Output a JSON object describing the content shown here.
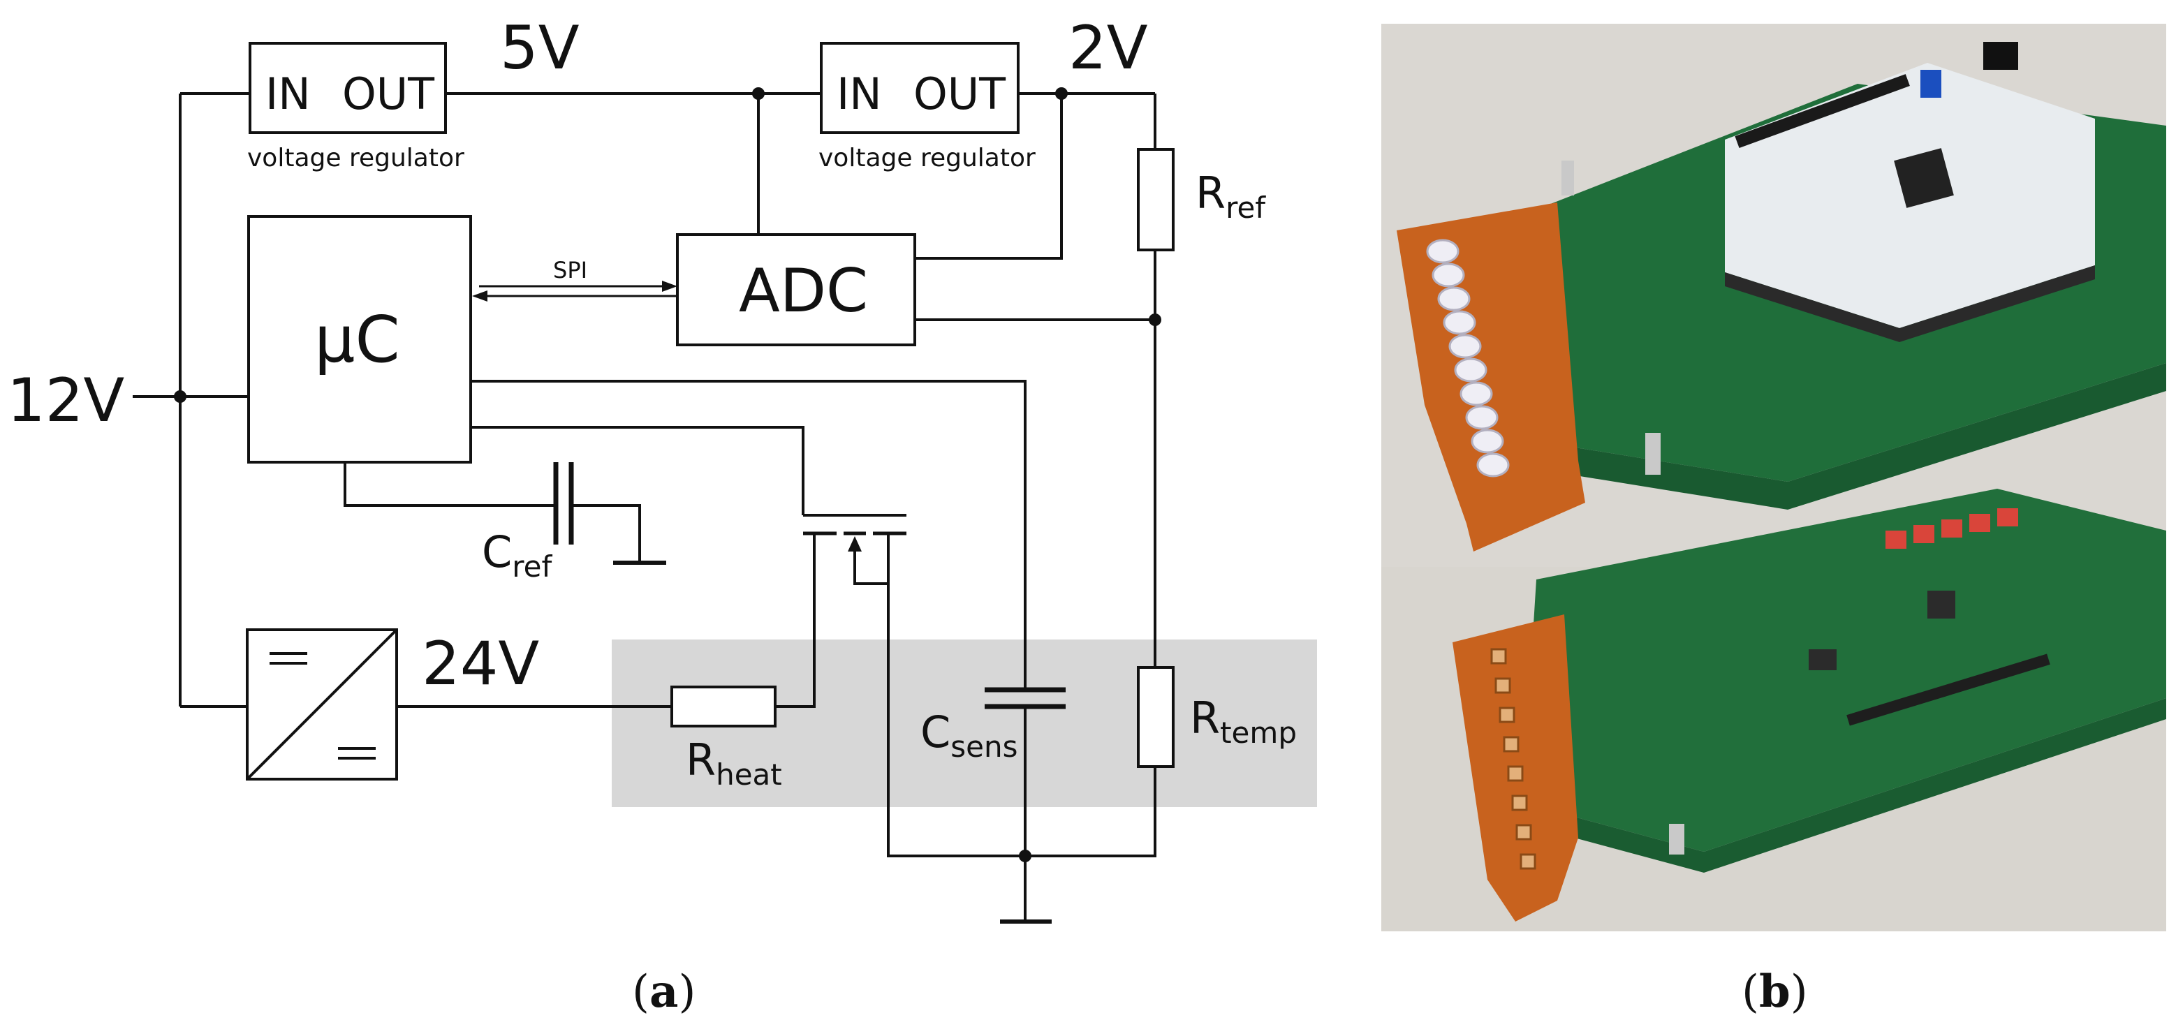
{
  "panel_a": {
    "label_12v": "12V",
    "label_5v": "5V",
    "label_2v": "2V",
    "label_24v": "24V",
    "regulator1": {
      "in": "IN",
      "out": "OUT",
      "caption": "voltage regulator"
    },
    "regulator2": {
      "in": "IN",
      "out": "OUT",
      "caption": "voltage regulator"
    },
    "mcu_label": "µC",
    "adc_label": "ADC",
    "spi_label": "SPI",
    "r_ref": {
      "main": "R",
      "sub": "ref"
    },
    "c_ref": {
      "main": "C",
      "sub": "ref"
    },
    "r_heat": {
      "main": "R",
      "sub": "heat"
    },
    "c_sens": {
      "main": "C",
      "sub": "sens"
    },
    "r_temp": {
      "main": "R",
      "sub": "temp"
    },
    "caption": {
      "open": "(",
      "letter": "a",
      "close": ")"
    }
  },
  "panel_b": {
    "caption": {
      "open": "(",
      "letter": "b",
      "close": ")"
    }
  },
  "colors": {
    "sensor_region": "#d7d7d7",
    "pcb_green": "#1f6e3a",
    "flex_orange": "#c8621e",
    "background": "#ffffff"
  }
}
